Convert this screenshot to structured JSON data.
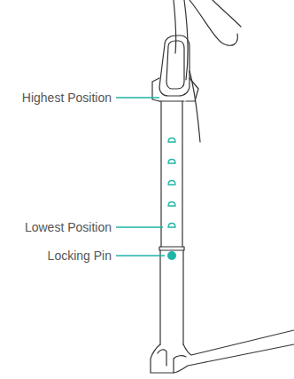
{
  "diagram": {
    "labels": [
      "Highest Position",
      "Lowest Position",
      "Locking Pin"
    ]
  }
}
